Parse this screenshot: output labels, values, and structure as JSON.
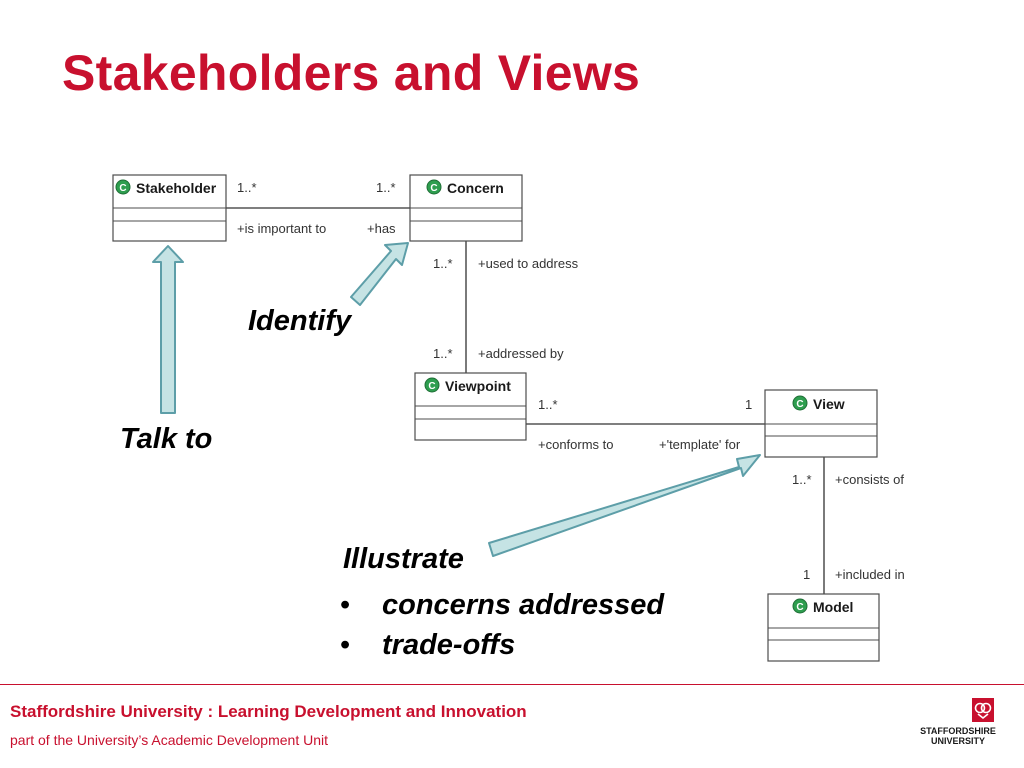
{
  "slide": {
    "title": "Stakeholders and Views"
  },
  "diagram": {
    "classes": {
      "stakeholder": "Stakeholder",
      "concern": "Concern",
      "viewpoint": "Viewpoint",
      "view": "View",
      "model": "Model"
    },
    "stereotype_icon": "class-c-icon",
    "icon_color": "#2e9e4f",
    "associations": {
      "stakeholder_concern": {
        "left_mult": "1..*",
        "right_mult": "1..*",
        "left_role": "+is important to",
        "right_role": "+has"
      },
      "concern_viewpoint": {
        "top_mult": "1..*",
        "top_role": "+used to address",
        "bottom_mult": "1..*",
        "bottom_role": "+addressed by"
      },
      "viewpoint_view": {
        "left_mult": "1..*",
        "right_mult": "1",
        "left_role": "+conforms to",
        "right_role": "+'template' for"
      },
      "view_model": {
        "top_mult": "1..*",
        "top_role": "+consists of",
        "bottom_mult": "1",
        "bottom_role": "+included in"
      }
    },
    "arrow_color": "#c5e3e4",
    "arrow_stroke": "#5d9ea8"
  },
  "callouts": {
    "talk_to": "Talk to",
    "identify": "Identify",
    "illustrate": "Illustrate",
    "bullets": [
      "concerns addressed",
      "trade-offs"
    ],
    "bullet_char": "•"
  },
  "footer": {
    "line1": "Staffordshire University : Learning Development and Innovation",
    "line2": "part of the University’s Academic Development Unit",
    "logo_text_1": "STAFFORDSHIRE",
    "logo_text_2": "UNIVERSITY",
    "brand_color": "#c8102e"
  }
}
